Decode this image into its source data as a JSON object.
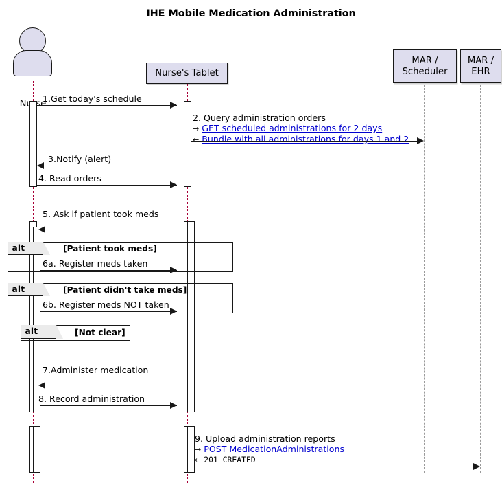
{
  "title": "IHE Mobile Medication Administration",
  "participants": [
    {
      "name": "Nurse",
      "type": "actor",
      "icon": "actor-person-icon"
    },
    {
      "name": "Nurse's Tablet",
      "type": "participant"
    },
    {
      "name": "MAR / Scheduler",
      "type": "participant",
      "line1": "MAR /",
      "line2": "Scheduler"
    },
    {
      "name": "MAR / EHR",
      "type": "participant",
      "line1": "MAR /",
      "line2": "EHR"
    }
  ],
  "colors": {
    "participant_fill": "#DEDDEE",
    "border": "#181818",
    "lifeline_actor": "#A80036",
    "lifeline_participant": "#9A9A9A",
    "link": "#0000CF",
    "alt_tab_fill": "#EBEBEB"
  },
  "messages": [
    {
      "id": "m1",
      "number": "1.",
      "label": "1.Get today's schedule",
      "from": "Nurse",
      "to": "Nurse's Tablet",
      "direction": "right"
    },
    {
      "id": "m2",
      "number": "2.",
      "label": "2. Query administration orders",
      "from": "Nurse's Tablet",
      "to": "MAR / Scheduler",
      "direction": "right",
      "sublines": [
        {
          "prefix": "→",
          "text": "GET scheduled administrations for 2 days",
          "link": true
        },
        {
          "prefix": "←",
          "text": "Bundle with all administrations for days 1 and 2",
          "link": true
        }
      ]
    },
    {
      "id": "m3",
      "number": "3.",
      "label": "3.Notify (alert)",
      "from": "Nurse's Tablet",
      "to": "Nurse",
      "direction": "left"
    },
    {
      "id": "m4",
      "number": "4.",
      "label": "4. Read orders",
      "from": "Nurse",
      "to": "Nurse's Tablet",
      "direction": "right"
    },
    {
      "id": "m5",
      "number": "5.",
      "label": "5. Ask if patient took meds",
      "from": "Nurse",
      "to": "Nurse",
      "direction": "self"
    },
    {
      "id": "m6a",
      "number": "6a.",
      "label": "6a. Register meds taken",
      "from": "Nurse",
      "to": "Nurse's Tablet",
      "direction": "right"
    },
    {
      "id": "m6b",
      "number": "6b.",
      "label": "6b. Register meds NOT taken",
      "from": "Nurse",
      "to": "Nurse's Tablet",
      "direction": "right"
    },
    {
      "id": "m7",
      "number": "7.",
      "label": "7.Administer medication",
      "from": "Nurse",
      "to": "Nurse",
      "direction": "self"
    },
    {
      "id": "m8",
      "number": "8.",
      "label": "8. Record administration",
      "from": "Nurse",
      "to": "Nurse's Tablet",
      "direction": "right"
    },
    {
      "id": "m9",
      "number": "9.",
      "label": "9. Upload administration reports",
      "from": "Nurse's Tablet",
      "to": "MAR / EHR",
      "direction": "right",
      "sublines": [
        {
          "prefix": "→",
          "text": "POST MedicationAdministrations",
          "link": true
        },
        {
          "prefix": "←",
          "text": "201  CREATED",
          "link": false,
          "mono": true
        }
      ]
    }
  ],
  "fragments": [
    {
      "id": "alt1",
      "keyword": "alt",
      "condition": "[Patient took meds]",
      "contains": [
        "m6a"
      ]
    },
    {
      "id": "alt2",
      "keyword": "alt",
      "condition": "[Patient didn't take meds]",
      "contains": [
        "m6b"
      ]
    },
    {
      "id": "alt3",
      "keyword": "alt",
      "condition": "[Not clear]",
      "contains": []
    }
  ]
}
